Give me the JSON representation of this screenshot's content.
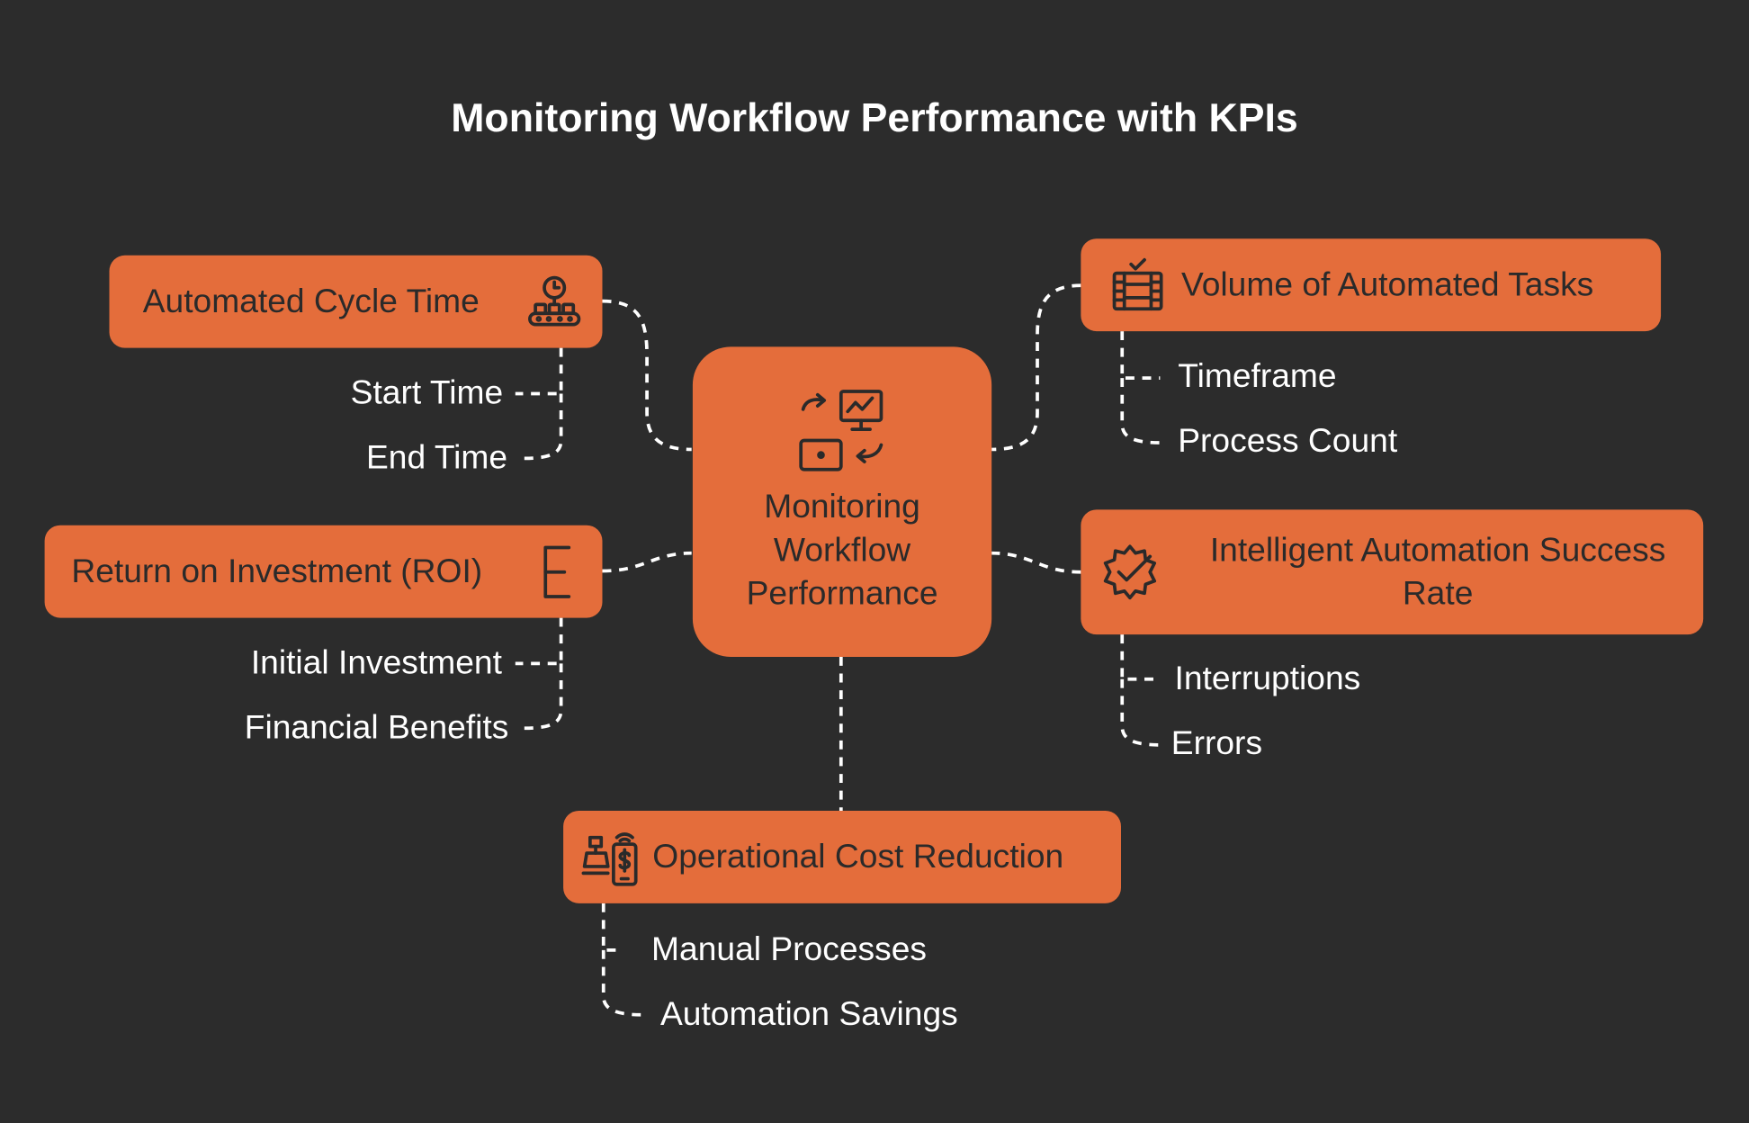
{
  "title": "Monitoring Workflow Performance with KPIs",
  "center": {
    "label_lines": [
      "Monitoring",
      "Workflow",
      "Performance"
    ],
    "icon": "monitoring-cycle-icon"
  },
  "nodes": {
    "cycle_time": {
      "label": "Automated Cycle Time",
      "icon": "clock-conveyor-icon",
      "items": [
        "Start Time",
        "End Time"
      ]
    },
    "roi": {
      "label": "Return on Investment (ROI)",
      "icon": "bracket-chart-icon",
      "items": [
        "Initial Investment",
        "Financial Benefits"
      ]
    },
    "volume": {
      "label": "Volume of Automated Tasks",
      "icon": "film-checklist-icon",
      "items": [
        "Timeframe",
        "Process Count"
      ]
    },
    "success": {
      "label_lines": [
        "Intelligent Automation Success",
        "Rate"
      ],
      "icon": "badge-check-icon",
      "items": [
        "Interruptions",
        "Errors"
      ]
    },
    "cost": {
      "label": "Operational Cost Reduction",
      "icon": "register-phone-dollar-icon",
      "items": [
        "Manual Processes",
        "Automation Savings"
      ]
    }
  },
  "colors": {
    "background": "#2c2c2c",
    "node_fill": "#e46d3b",
    "node_text": "#2a2a2a",
    "connector": "#ffffff",
    "sub_text": "#ffffff"
  }
}
